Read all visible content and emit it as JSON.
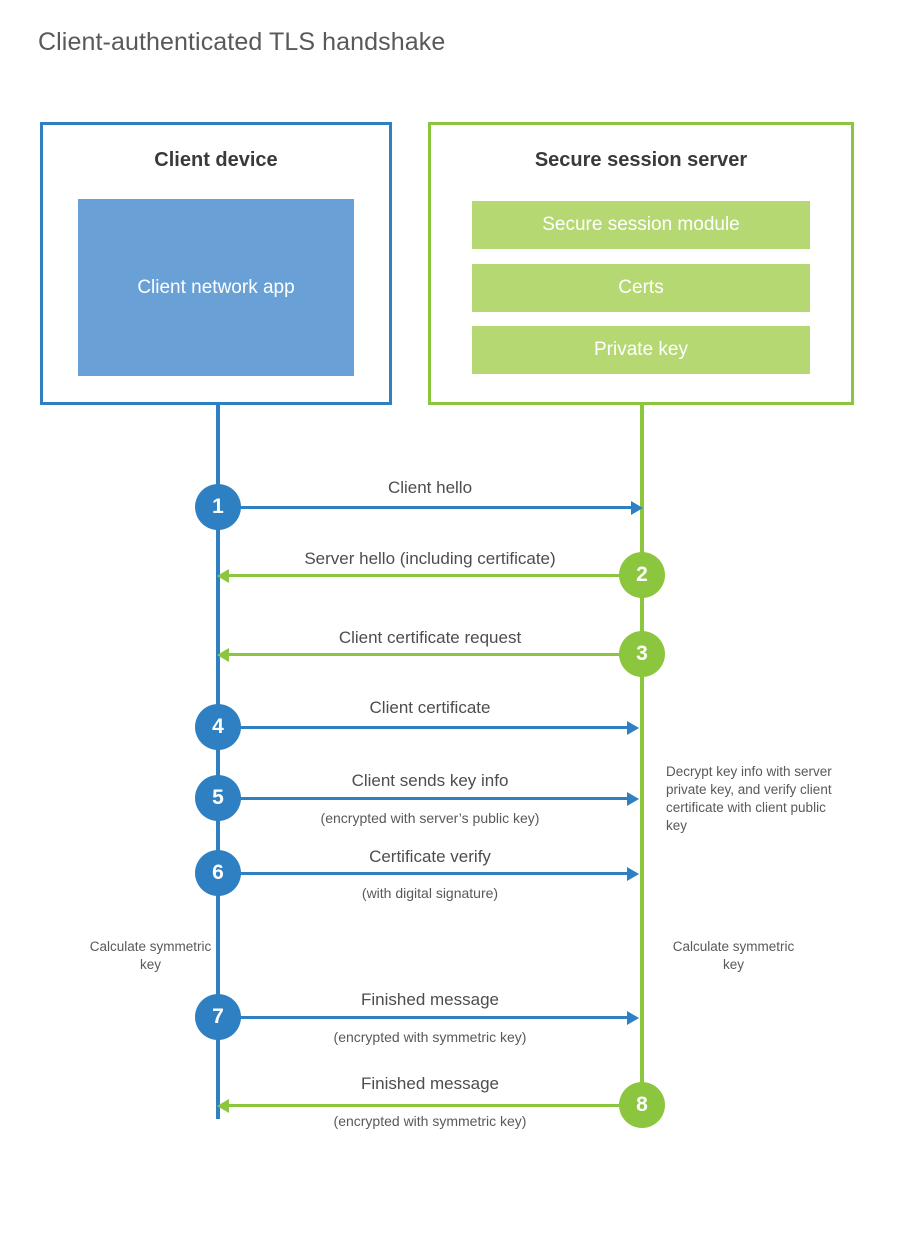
{
  "title": "Client-authenticated TLS handshake",
  "colors": {
    "client_blue": "#2E80C2",
    "client_app_fill": "#69A0D6",
    "server_green": "#8CC63E",
    "server_bar_fill": "#B5D873",
    "title_gray": "#58595b",
    "text_gray": "#4d4d4d"
  },
  "client": {
    "title": "Client device",
    "app_label": "Client network app"
  },
  "server": {
    "title": "Secure session server",
    "bars": [
      {
        "label": "Secure session module"
      },
      {
        "label": "Certs"
      },
      {
        "label": "Private key"
      }
    ]
  },
  "notes": {
    "server_decrypt": "Decrypt key info with server private key, and verify client certificate with client public key",
    "client_calc": "Calculate symmetric key",
    "server_calc": "Calculate symmetric key"
  },
  "steps": [
    {
      "number": "1",
      "label": "Client hello",
      "sublabel": "",
      "direction": "client-to-server",
      "color": "#2E80C2"
    },
    {
      "number": "2",
      "label": "Server hello (including certificate)",
      "sublabel": "",
      "direction": "server-to-client",
      "color": "#8CC63E"
    },
    {
      "number": "3",
      "label": "Client certificate request",
      "sublabel": "",
      "direction": "server-to-client",
      "color": "#8CC63E"
    },
    {
      "number": "4",
      "label": "Client certificate",
      "sublabel": "",
      "direction": "client-to-server",
      "color": "#2E80C2"
    },
    {
      "number": "5",
      "label": "Client sends key info",
      "sublabel": "(encrypted with server’s public key)",
      "direction": "client-to-server",
      "color": "#2E80C2"
    },
    {
      "number": "6",
      "label": "Certificate verify",
      "sublabel": "(with digital signature)",
      "direction": "client-to-server",
      "color": "#2E80C2"
    },
    {
      "number": "7",
      "label": "Finished message",
      "sublabel": "(encrypted with symmetric key)",
      "direction": "client-to-server",
      "color": "#2E80C2"
    },
    {
      "number": "8",
      "label": "Finished message",
      "sublabel": "(encrypted with symmetric key)",
      "direction": "server-to-client",
      "color": "#8CC63E"
    }
  ]
}
